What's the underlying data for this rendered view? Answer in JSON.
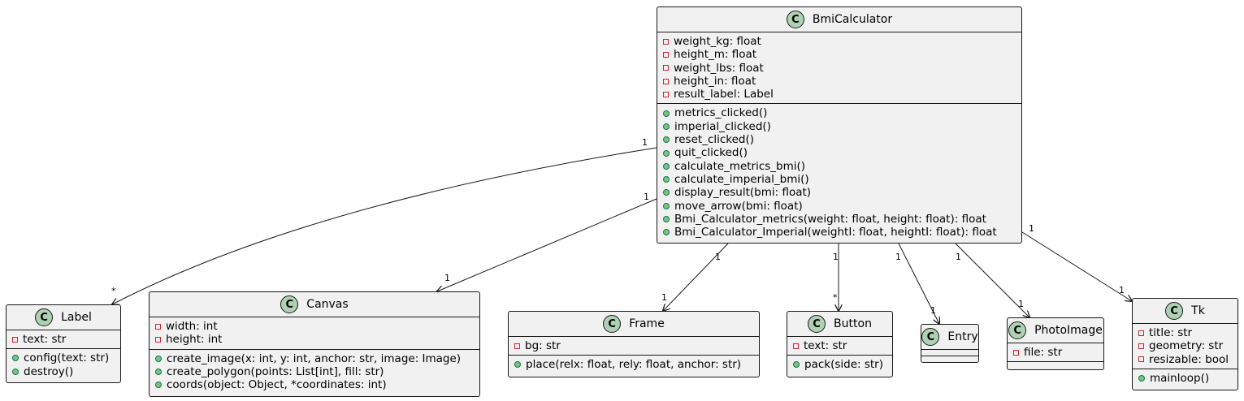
{
  "classes": {
    "bmi": {
      "name": "BmiCalculator",
      "attributes": [
        {
          "vis": "private",
          "text": "weight_kg: float"
        },
        {
          "vis": "private",
          "text": "height_m: float"
        },
        {
          "vis": "private",
          "text": "weight_lbs: float"
        },
        {
          "vis": "private",
          "text": "height_in: float"
        },
        {
          "vis": "private",
          "text": "result_label: Label"
        }
      ],
      "methods": [
        {
          "vis": "public",
          "text": "metrics_clicked()"
        },
        {
          "vis": "public",
          "text": "imperial_clicked()"
        },
        {
          "vis": "public",
          "text": "reset_clicked()"
        },
        {
          "vis": "public",
          "text": "quit_clicked()"
        },
        {
          "vis": "public",
          "text": "calculate_metrics_bmi()"
        },
        {
          "vis": "public",
          "text": "calculate_imperial_bmi()"
        },
        {
          "vis": "public",
          "text": "display_result(bmi: float)"
        },
        {
          "vis": "public",
          "text": "move_arrow(bmi: float)"
        },
        {
          "vis": "public",
          "text": "Bmi_Calculator_metrics(weight: float, height: float): float"
        },
        {
          "vis": "public",
          "text": "Bmi_Calculator_Imperial(weightI: float, heightI: float): float"
        }
      ]
    },
    "label": {
      "name": "Label",
      "attributes": [
        {
          "vis": "private",
          "text": "text: str"
        }
      ],
      "methods": [
        {
          "vis": "public",
          "text": "config(text: str)"
        },
        {
          "vis": "public",
          "text": "destroy()"
        }
      ]
    },
    "canvas": {
      "name": "Canvas",
      "attributes": [
        {
          "vis": "private",
          "text": "width: int"
        },
        {
          "vis": "private",
          "text": "height: int"
        }
      ],
      "methods": [
        {
          "vis": "public",
          "text": "create_image(x: int, y: int, anchor: str, image: Image)"
        },
        {
          "vis": "public",
          "text": "create_polygon(points: List[int], fill: str)"
        },
        {
          "vis": "public",
          "text": "coords(object: Object, *coordinates: int)"
        }
      ]
    },
    "frame": {
      "name": "Frame",
      "attributes": [
        {
          "vis": "private",
          "text": "bg: str"
        }
      ],
      "methods": [
        {
          "vis": "public",
          "text": "place(relx: float, rely: float, anchor: str)"
        }
      ]
    },
    "button": {
      "name": "Button",
      "attributes": [
        {
          "vis": "private",
          "text": "text: str"
        }
      ],
      "methods": [
        {
          "vis": "public",
          "text": "pack(side: str)"
        }
      ]
    },
    "entry": {
      "name": "Entry",
      "attributes": [],
      "methods": []
    },
    "photoimage": {
      "name": "PhotoImage",
      "attributes": [
        {
          "vis": "private",
          "text": "file: str"
        }
      ],
      "methods": []
    },
    "tk": {
      "name": "Tk",
      "attributes": [
        {
          "vis": "private",
          "text": "title: str"
        },
        {
          "vis": "private",
          "text": "geometry: str"
        },
        {
          "vis": "private",
          "text": "resizable: bool"
        }
      ],
      "methods": [
        {
          "vis": "public",
          "text": "mainloop()"
        }
      ]
    }
  },
  "associations": [
    {
      "from": "bmi",
      "to": "label",
      "from_mult": "1",
      "to_mult": "*"
    },
    {
      "from": "bmi",
      "to": "canvas",
      "from_mult": "1",
      "to_mult": "1"
    },
    {
      "from": "bmi",
      "to": "frame",
      "from_mult": "1",
      "to_mult": "1"
    },
    {
      "from": "bmi",
      "to": "button",
      "from_mult": "1",
      "to_mult": "*"
    },
    {
      "from": "bmi",
      "to": "entry",
      "from_mult": "1",
      "to_mult": "1"
    },
    {
      "from": "bmi",
      "to": "photoimage",
      "from_mult": "1",
      "to_mult": "1"
    },
    {
      "from": "bmi",
      "to": "tk",
      "from_mult": "1",
      "to_mult": "1"
    }
  ],
  "colors": {
    "class_fill": "#f1f1f1",
    "border": "#181818",
    "class_badge": "#add1b2",
    "private_marker": "#c82930",
    "public_marker": "#84be84"
  }
}
